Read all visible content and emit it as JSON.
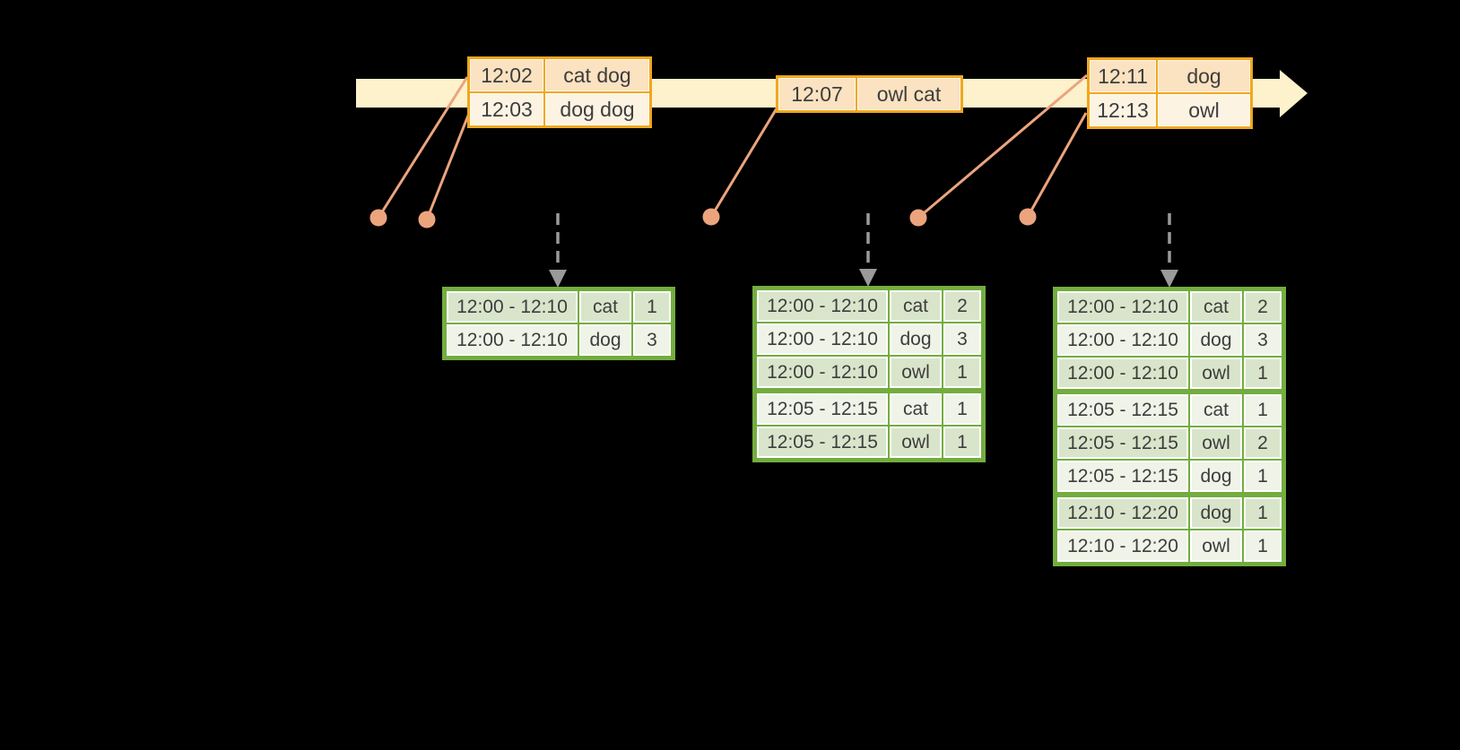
{
  "diagram": {
    "colors": {
      "background": "#000000",
      "timeline": "#fdf2cc",
      "event_border": "#f0a71e",
      "event_row_a": "#fbe2c0",
      "event_row_b": "#fdf3e3",
      "connector": "#eca47d",
      "trigger_arrow": "#9a9a9a",
      "result_border": "#73ad3f",
      "result_row_a": "#d9e5cb",
      "result_row_b": "#eff3e8",
      "text": "#3d3d3d"
    }
  },
  "event_tables": [
    {
      "rows": [
        {
          "time": "12:02",
          "words": "cat dog"
        },
        {
          "time": "12:03",
          "words": "dog dog"
        }
      ]
    },
    {
      "rows": [
        {
          "time": "12:07",
          "words": "owl cat"
        }
      ]
    },
    {
      "rows": [
        {
          "time": "12:11",
          "words": "dog"
        },
        {
          "time": "12:13",
          "words": "owl"
        }
      ]
    }
  ],
  "result_tables": [
    {
      "rows": [
        {
          "window": "12:00 - 12:10",
          "word": "cat",
          "count": "1"
        },
        {
          "window": "12:00 - 12:10",
          "word": "dog",
          "count": "3"
        }
      ]
    },
    {
      "rows": [
        {
          "window": "12:00 - 12:10",
          "word": "cat",
          "count": "2"
        },
        {
          "window": "12:00 - 12:10",
          "word": "dog",
          "count": "3"
        },
        {
          "window": "12:00 - 12:10",
          "word": "owl",
          "count": "1"
        },
        {
          "window": "12:05 - 12:15",
          "word": "cat",
          "count": "1"
        },
        {
          "window": "12:05 - 12:15",
          "word": "owl",
          "count": "1"
        }
      ]
    },
    {
      "rows": [
        {
          "window": "12:00 - 12:10",
          "word": "cat",
          "count": "2"
        },
        {
          "window": "12:00 - 12:10",
          "word": "dog",
          "count": "3"
        },
        {
          "window": "12:00 - 12:10",
          "word": "owl",
          "count": "1"
        },
        {
          "window": "12:05 - 12:15",
          "word": "cat",
          "count": "1"
        },
        {
          "window": "12:05 - 12:15",
          "word": "owl",
          "count": "2"
        },
        {
          "window": "12:05 - 12:15",
          "word": "dog",
          "count": "1"
        },
        {
          "window": "12:10 - 12:20",
          "word": "dog",
          "count": "1"
        },
        {
          "window": "12:10 - 12:20",
          "word": "owl",
          "count": "1"
        }
      ]
    }
  ]
}
